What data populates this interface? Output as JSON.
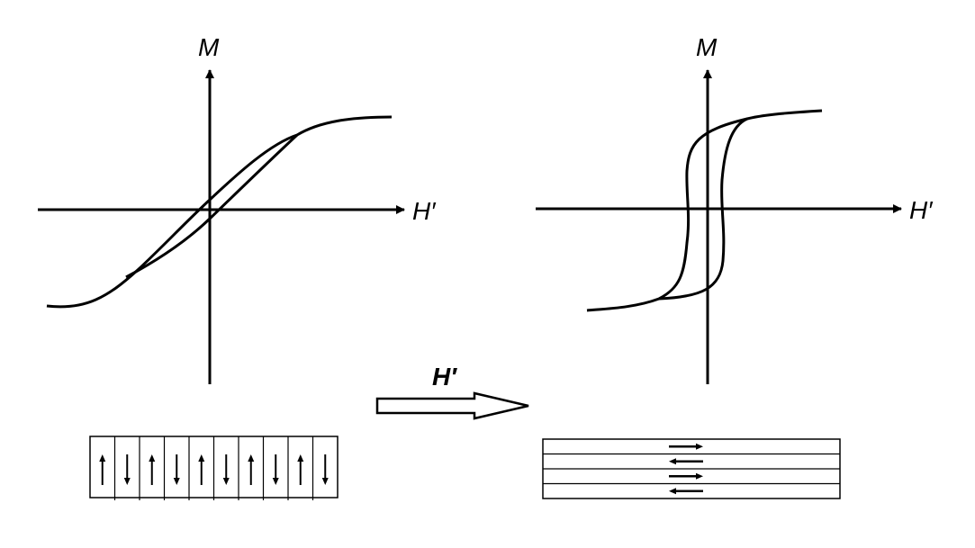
{
  "left_plot": {
    "y_axis_label": "M",
    "x_axis_label": "H′"
  },
  "right_plot": {
    "y_axis_label": "M",
    "x_axis_label": "H′"
  },
  "applied_field_label": "H′",
  "left_domains": {
    "cells": [
      "up",
      "down",
      "up",
      "down",
      "up",
      "down",
      "up",
      "down",
      "up",
      "down"
    ]
  },
  "right_domains": {
    "stripes": [
      "right",
      "left",
      "right",
      "left"
    ]
  },
  "colors": {
    "ink": "#000000",
    "background": "#ffffff"
  }
}
